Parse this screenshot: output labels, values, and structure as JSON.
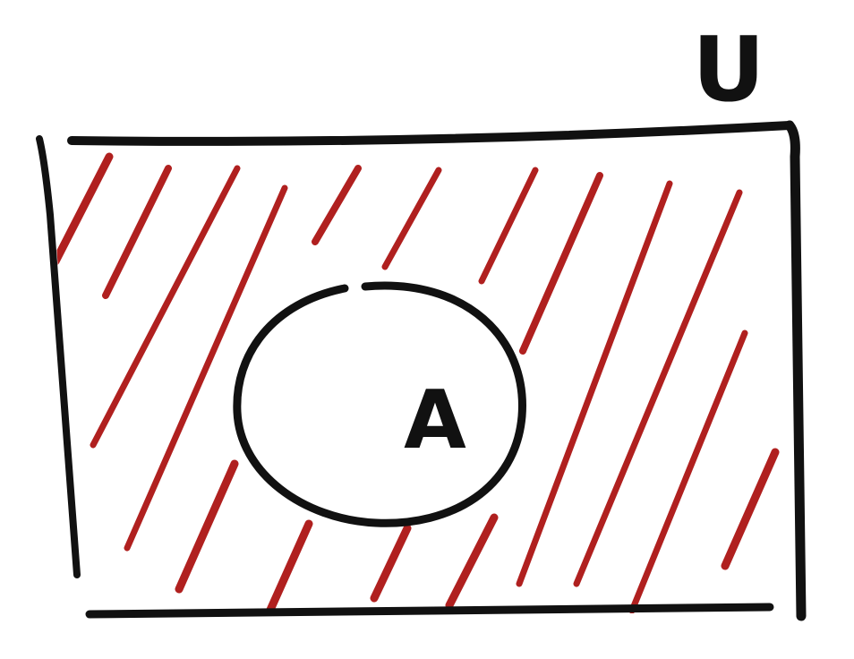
{
  "diagram": {
    "type": "venn-complement",
    "universe_label": "U",
    "set_label": "A",
    "shaded_region": "complement-of-A",
    "colors": {
      "outline": "#111111",
      "hatch": "#b0201f",
      "background": "#ffffff"
    }
  }
}
